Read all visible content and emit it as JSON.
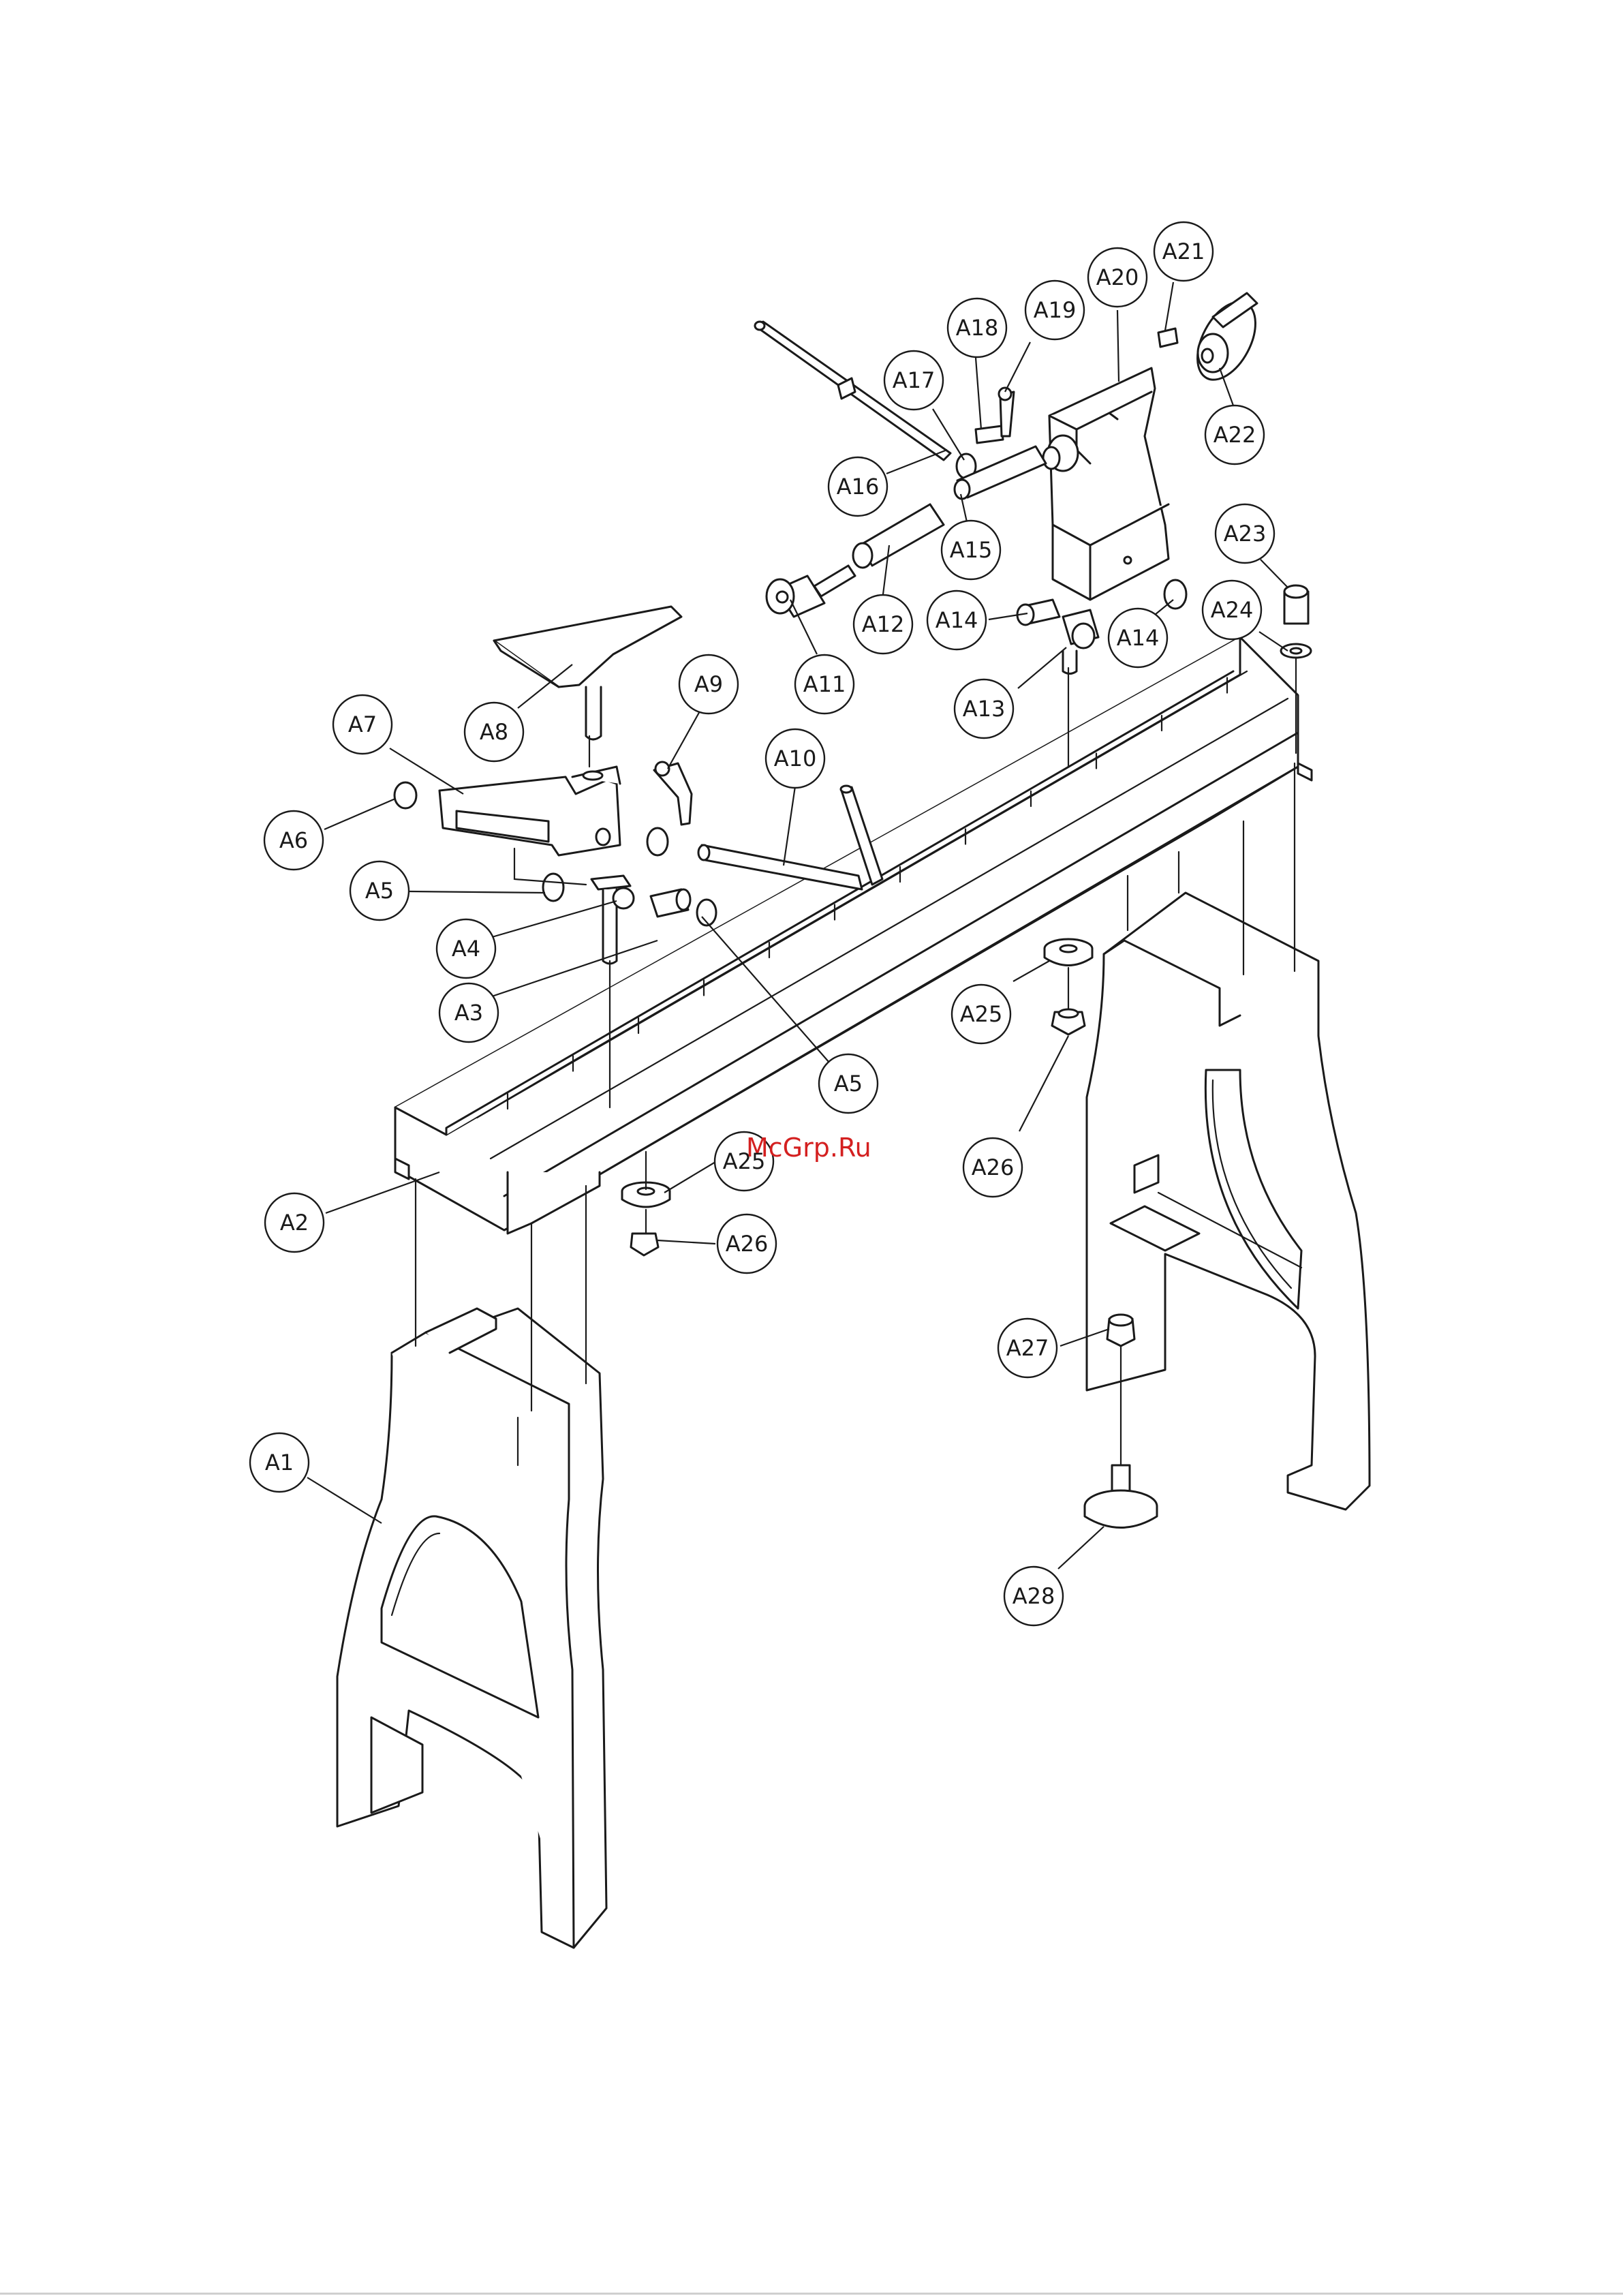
{
  "watermark": {
    "text": "McGrp.Ru",
    "color": "#d42020"
  },
  "callouts": [
    {
      "id": "A1",
      "label": "A1"
    },
    {
      "id": "A2",
      "label": "A2"
    },
    {
      "id": "A3",
      "label": "A3"
    },
    {
      "id": "A4",
      "label": "A4"
    },
    {
      "id": "A5a",
      "label": "A5"
    },
    {
      "id": "A5b",
      "label": "A5"
    },
    {
      "id": "A6",
      "label": "A6"
    },
    {
      "id": "A7",
      "label": "A7"
    },
    {
      "id": "A8",
      "label": "A8"
    },
    {
      "id": "A9",
      "label": "A9"
    },
    {
      "id": "A10",
      "label": "A10"
    },
    {
      "id": "A11",
      "label": "A11"
    },
    {
      "id": "A12",
      "label": "A12"
    },
    {
      "id": "A13",
      "label": "A13"
    },
    {
      "id": "A14a",
      "label": "A14"
    },
    {
      "id": "A14b",
      "label": "A14"
    },
    {
      "id": "A15",
      "label": "A15"
    },
    {
      "id": "A16",
      "label": "A16"
    },
    {
      "id": "A17",
      "label": "A17"
    },
    {
      "id": "A18",
      "label": "A18"
    },
    {
      "id": "A19",
      "label": "A19"
    },
    {
      "id": "A20",
      "label": "A20"
    },
    {
      "id": "A21",
      "label": "A21"
    },
    {
      "id": "A22",
      "label": "A22"
    },
    {
      "id": "A23",
      "label": "A23"
    },
    {
      "id": "A24",
      "label": "A24"
    },
    {
      "id": "A25a",
      "label": "A25"
    },
    {
      "id": "A25b",
      "label": "A25"
    },
    {
      "id": "A26a",
      "label": "A26"
    },
    {
      "id": "A26b",
      "label": "A26"
    },
    {
      "id": "A27",
      "label": "A27"
    },
    {
      "id": "A28",
      "label": "A28"
    }
  ]
}
